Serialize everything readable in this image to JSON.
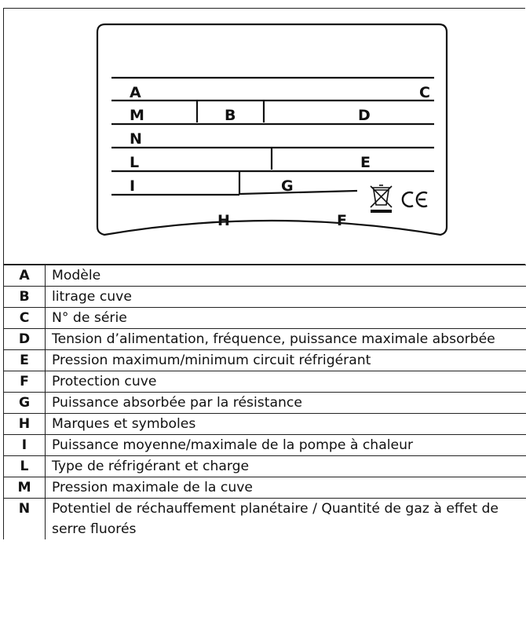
{
  "plate": {
    "labels": {
      "A": "A",
      "B": "B",
      "C": "C",
      "D": "D",
      "E": "E",
      "F": "F",
      "G": "G",
      "H": "H",
      "I": "I",
      "L": "L",
      "M": "M",
      "N": "N"
    },
    "ce_mark": "CE",
    "weee_icon": "crossed-out-wheelie-bin-icon"
  },
  "legend": [
    {
      "letter": "A",
      "text": "Modèle"
    },
    {
      "letter": "B",
      "text": "litrage cuve"
    },
    {
      "letter": "C",
      "text": "N° de série"
    },
    {
      "letter": "D",
      "text": "Tension d’alimentation, fréquence, puissance maximale absorbée"
    },
    {
      "letter": "E",
      "text": "Pression maximum/minimum circuit réfrigérant"
    },
    {
      "letter": "F",
      "text": "Protection cuve"
    },
    {
      "letter": "G",
      "text": "Puissance absorbée par la résistance"
    },
    {
      "letter": "H",
      "text": "Marques et symboles"
    },
    {
      "letter": "I",
      "text": "Puissance moyenne/maximale de la pompe à chaleur"
    },
    {
      "letter": "L",
      "text": "Type de réfrigérant et charge"
    },
    {
      "letter": "M",
      "text": "Pression maximale de la cuve"
    },
    {
      "letter": "N",
      "text": "Potentiel de réchauffement planétaire / Quantité de gaz à effet de serre fluorés"
    }
  ]
}
